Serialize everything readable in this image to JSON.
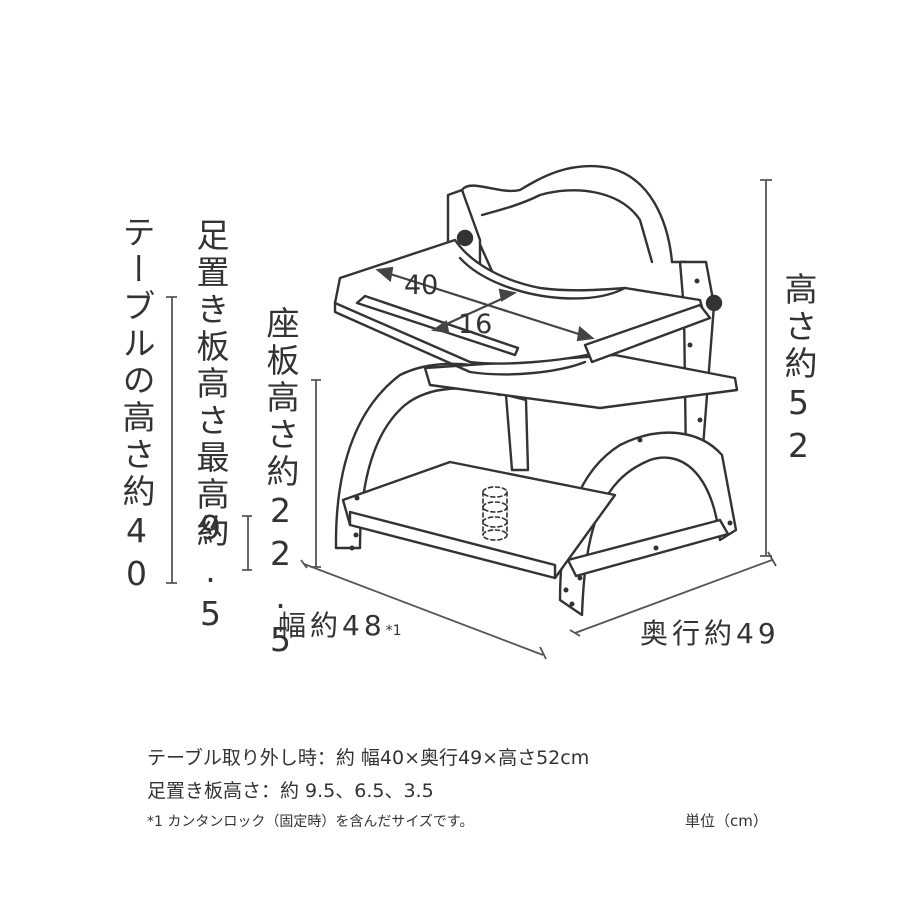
{
  "labels": {
    "table_height": "テーブルの高さ約40",
    "footrest_height": "足置き板高さ最高約",
    "footrest_value": "9.5",
    "seat_height": "座板高さ約22.5",
    "total_height": "高さ約52",
    "width_text": "幅約48",
    "width_note": "*1",
    "depth": "奥行約49",
    "tray_width": "40",
    "tray_depth": "16"
  },
  "notes": {
    "line1": "テーブル取り外し時：約 幅40×奥行49×高さ52cm",
    "line2": "足置き板高さ：約 9.5、6.5、3.5",
    "line3": "*1 カンタンロック（固定時）を含んだサイズです。",
    "unit": "単位（cm）"
  },
  "colors": {
    "stroke": "#333333",
    "background": "#ffffff"
  }
}
